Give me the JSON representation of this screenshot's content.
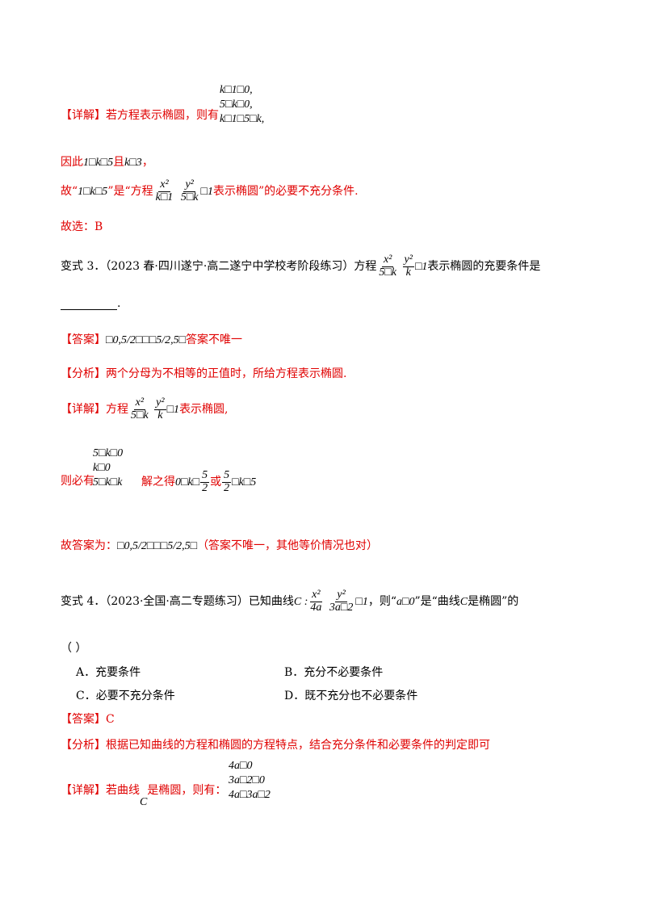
{
  "section1": {
    "detail_label": "【详解】",
    "detail_text": "若方程表示椭圆，则有",
    "system_rows": [
      "k□1□0,",
      "5□k□0,",
      "k□1□5□k,"
    ],
    "therefore_text": "因此",
    "therefore_math1": "1□k□5",
    "therefore_and": "且",
    "therefore_math2": "k□3",
    "therefore_end": "，",
    "so_start": "故“",
    "so_math": "1□k□5",
    "so_mid": "”是“方程",
    "so_frac1_num": "x²",
    "so_frac1_den": "k□1",
    "so_frac2_num": "y²",
    "so_frac2_den": "5□k",
    "so_eq": "□1",
    "so_end": "表示椭圆”的必要不充分条件.",
    "choice": "故选：B"
  },
  "variant3": {
    "intro": "变式 3．（2023 春·四川遂宁·高二遂宁中学校考阶段练习）方程",
    "frac1_num": "x²",
    "frac1_den": "5□k",
    "frac2_num": "y²",
    "frac2_den": "k",
    "eq": "□1",
    "tail": "表示椭圆的充要条件是",
    "blank_end": ".",
    "answer_label": "【答案】",
    "answer_math": "□0,5/2□□□5/2,5□",
    "answer_text": "答案不唯一",
    "analysis_label": "【分析】",
    "analysis_text": "两个分母为不相等的正值时，所给方程表示椭圆.",
    "detail_label": "【详解】",
    "detail_text1": "方程",
    "detail_eq": "□1",
    "detail_text2": "表示椭圆,",
    "must_text": "则必有",
    "system_rows": [
      "5□k□0",
      "k□0",
      "5□k□k"
    ],
    "solve_text": "解之得",
    "solve_math1": "0□k□",
    "solve_or": "或",
    "solve_math2": "□k□5",
    "final_label": "故答案为：",
    "final_text": "（答案不唯一，其他等价情况也对）"
  },
  "variant4": {
    "intro": "变式 4．（2023·全国·高二专题练习）已知曲线",
    "curve_label": "C :",
    "frac1_num": "x²",
    "frac1_den": "4a",
    "frac2_num": "y²",
    "frac2_den": "3a□2",
    "eq": "□1",
    "cond_start": "，则“",
    "cond_math": "a□0",
    "cond_end": "”是“曲线",
    "cond_c": "C",
    "cond_tail": "是椭圆”的",
    "paren": "（    ）",
    "options": [
      {
        "key": "A",
        "text": "充要条件"
      },
      {
        "key": "B",
        "text": "充分不必要条件"
      },
      {
        "key": "C",
        "text": "必要不充分条件"
      },
      {
        "key": "D",
        "text": "既不充分也不必要条件"
      }
    ],
    "answer_label": "【答案】",
    "answer_value": "C",
    "analysis_label": "【分析】",
    "analysis_text": "根据已知曲线的方程和椭圆的方程特点，结合充分条件和必要条件的判定即可",
    "detail_label": "【详解】",
    "detail_text1": "若曲线",
    "detail_c": "C",
    "detail_text2": "是椭圆，则有：",
    "system_rows": [
      "4a□0",
      "3a□2□0",
      "4a□3a□2"
    ]
  }
}
